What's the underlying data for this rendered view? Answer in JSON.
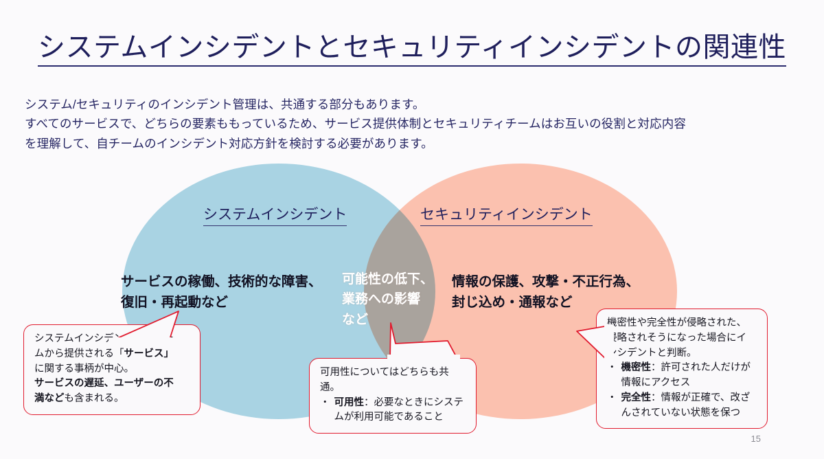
{
  "slide": {
    "title": "システムインシデントとセキュリティインシデントの関連性",
    "page_number": "15",
    "lead": [
      "システム/セキュリティのインシデント管理は、共通する部分もあります。",
      "すべてのサービスで、どちらの要素ももっているため、サービス提供体制とセキュリティチームはお互いの役割と対応内容",
      "を理解して、自チームのインシデント対応方針を検討する必要があります。"
    ]
  },
  "venn": {
    "left": {
      "label": "システムインシデント",
      "body_line1": "サービスの稼働、技術的な障害、",
      "body_line2": "復旧・再起動など",
      "color": "#a9d3e3"
    },
    "right": {
      "label": "セキュリティインシデント",
      "body_line1": "情報の保護、攻撃・不正行為、",
      "body_line2": "封じ込め・通報など",
      "color": "#ffc5b1"
    },
    "overlap": {
      "body_line1": "可能性の低下、",
      "body_line2": "業務への影響",
      "body_line3": "など",
      "color": "#e8bbab"
    }
  },
  "callouts": {
    "border_color": "#e11b2e",
    "left": {
      "l1_a": "システムインシデントはシステ",
      "l2_a": "ムから提供される「",
      "l2_b": "サービス",
      "l2_c": "」",
      "l3_a": "に関する事柄が中心。",
      "l4_b": "サービスの遅延、ユーザーの不",
      "l5_b": "満など",
      "l5_a": "も含まれる。"
    },
    "middle": {
      "l1": "可用性についてはどちらも共通。",
      "bullet": "・",
      "term": "可用性",
      "sep": "：",
      "desc_l1": "必要なときにシステ",
      "desc_l2": "ムが利用可能であること"
    },
    "right": {
      "l1": "機密性や完全性が侵略された、",
      "l2": "侵略されそうになった場合にイ",
      "l3": "ンシデントと判断。",
      "bullet": "・",
      "item1_term": "機密性",
      "item1_sep": "：",
      "item1_l1": "許可された人だけが",
      "item1_l2": "情報にアクセス",
      "item2_term": "完全性",
      "item2_sep": "：",
      "item2_l1": "情報が正確で、改ざ",
      "item2_l2": "んされていない状態を保つ"
    }
  }
}
